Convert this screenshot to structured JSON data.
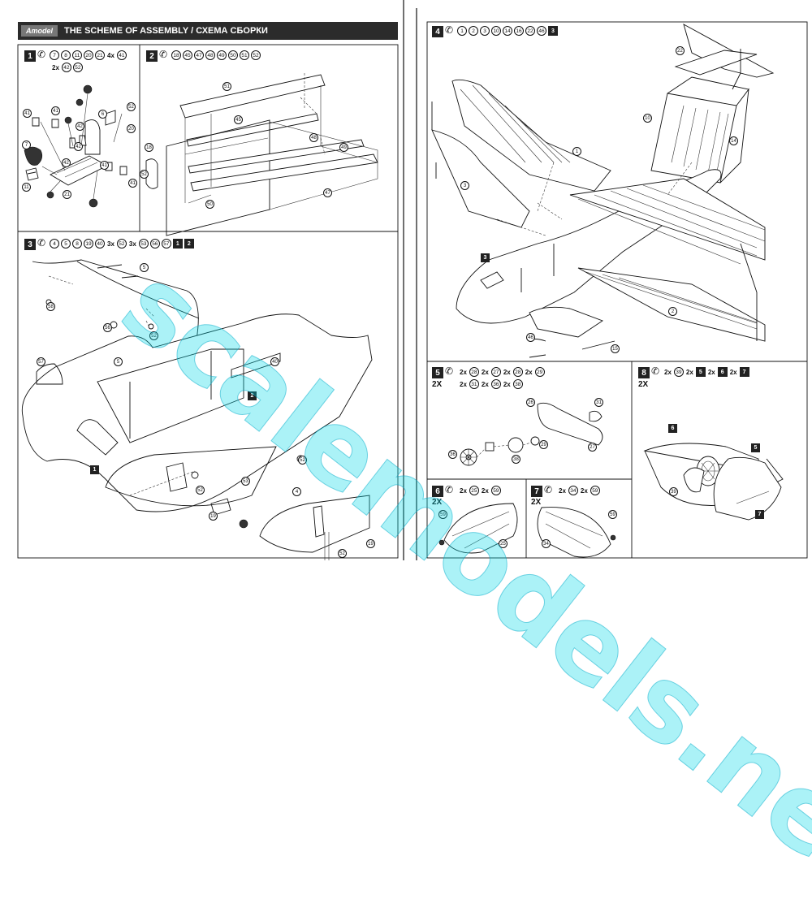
{
  "header": {
    "logo": "Amodel",
    "title": "THE SCHEME OF ASSEMBLY / СХЕМА СБОРКИ"
  },
  "watermark": "scalemodels.net",
  "steps": [
    {
      "id": "1",
      "parts": [
        "7",
        "8",
        "11",
        "20",
        "21"
      ],
      "extra": "4x",
      "extra_part": "41",
      "line2_mult": "2x",
      "line2_parts": [
        "42",
        "52"
      ],
      "callouts": [
        "41",
        "41",
        "42",
        "6",
        "52",
        "20",
        "7",
        "42",
        "42",
        "41",
        "41",
        "11",
        "21"
      ]
    },
    {
      "id": "2",
      "parts": [
        "18",
        "45",
        "47",
        "48",
        "49",
        "50",
        "51",
        "52"
      ],
      "callouts": [
        "51",
        "45",
        "48",
        "18",
        "52",
        "49",
        "50",
        "47"
      ]
    },
    {
      "id": "3",
      "parts": [
        "4",
        "5",
        "8",
        "19",
        "40"
      ],
      "mult1": "3x",
      "mult1_part": "52",
      "mult2": "3x",
      "mult2_parts": [
        "53",
        "56",
        "57"
      ],
      "refs": [
        "1",
        "2"
      ],
      "callouts": [
        "5",
        "58",
        "56",
        "52",
        "57",
        "5",
        "40",
        "2",
        "1",
        "52",
        "53",
        "52",
        "19",
        "4",
        "19",
        "52"
      ]
    },
    {
      "id": "4",
      "parts": [
        "1",
        "2",
        "3",
        "10",
        "14",
        "16",
        "22",
        "46"
      ],
      "ref": "3",
      "callouts": [
        "22",
        "10",
        "14",
        "1",
        "3",
        "3",
        "2",
        "46",
        "15"
      ]
    },
    {
      "id": "5",
      "row1": [
        "2x",
        "28",
        "2x",
        "27",
        "2x",
        "28",
        "2x",
        "29"
      ],
      "row2": [
        "2x",
        "31",
        "2x",
        "36",
        "2x",
        "38"
      ],
      "twox": "2X",
      "callouts": [
        "26",
        "31",
        "36",
        "38",
        "29",
        "27"
      ]
    },
    {
      "id": "6",
      "row": [
        "2x",
        "25",
        "2x",
        "59"
      ],
      "twox": "2X",
      "callouts": [
        "59",
        "25"
      ]
    },
    {
      "id": "7",
      "row": [
        "2x",
        "34",
        "2x",
        "59"
      ],
      "twox": "2X",
      "callouts": [
        "59",
        "34"
      ]
    },
    {
      "id": "8",
      "row": [
        "2x",
        "39",
        "2x",
        "5",
        "2x",
        "6",
        "2x",
        "7"
      ],
      "twox": "2X",
      "callouts": [
        "6",
        "5",
        "39",
        "7"
      ]
    }
  ]
}
